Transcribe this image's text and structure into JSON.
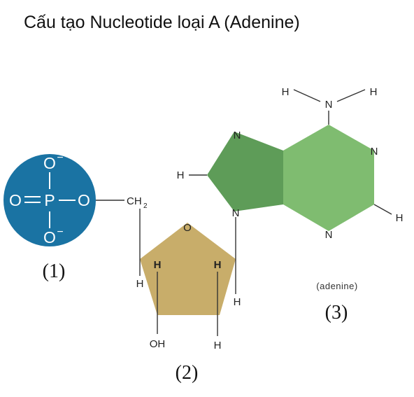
{
  "title": "Cấu tạo Nucleotide loại A (Adenine)",
  "phosphate": {
    "o_top": "O",
    "o_left": "O",
    "p": "P",
    "o_right": "O",
    "o_bottom": "O",
    "charge": "−",
    "label": "(1)"
  },
  "sugar": {
    "ch": "CH",
    "ch_sub": "2",
    "o_ring": "O",
    "h_left_out": "H",
    "h_left_in": "H",
    "h_right_in": "H",
    "h_right_out": "H",
    "oh": "OH",
    "h_bottom": "H",
    "label": "(2)"
  },
  "base": {
    "amino_n": "N",
    "amino_h_left": "H",
    "amino_h_right": "H",
    "n_top_left": "N",
    "n_right": "N",
    "n_bottom": "N",
    "n_glyco": "N",
    "h_left": "H",
    "h_right": "H",
    "caption": "(adenine)",
    "label": "(3)"
  },
  "colors": {
    "phosphate": "#1a73a3",
    "sugar": "#c8ad6a",
    "base_dark": "#5e9c58",
    "base_light": "#7fbc70"
  }
}
